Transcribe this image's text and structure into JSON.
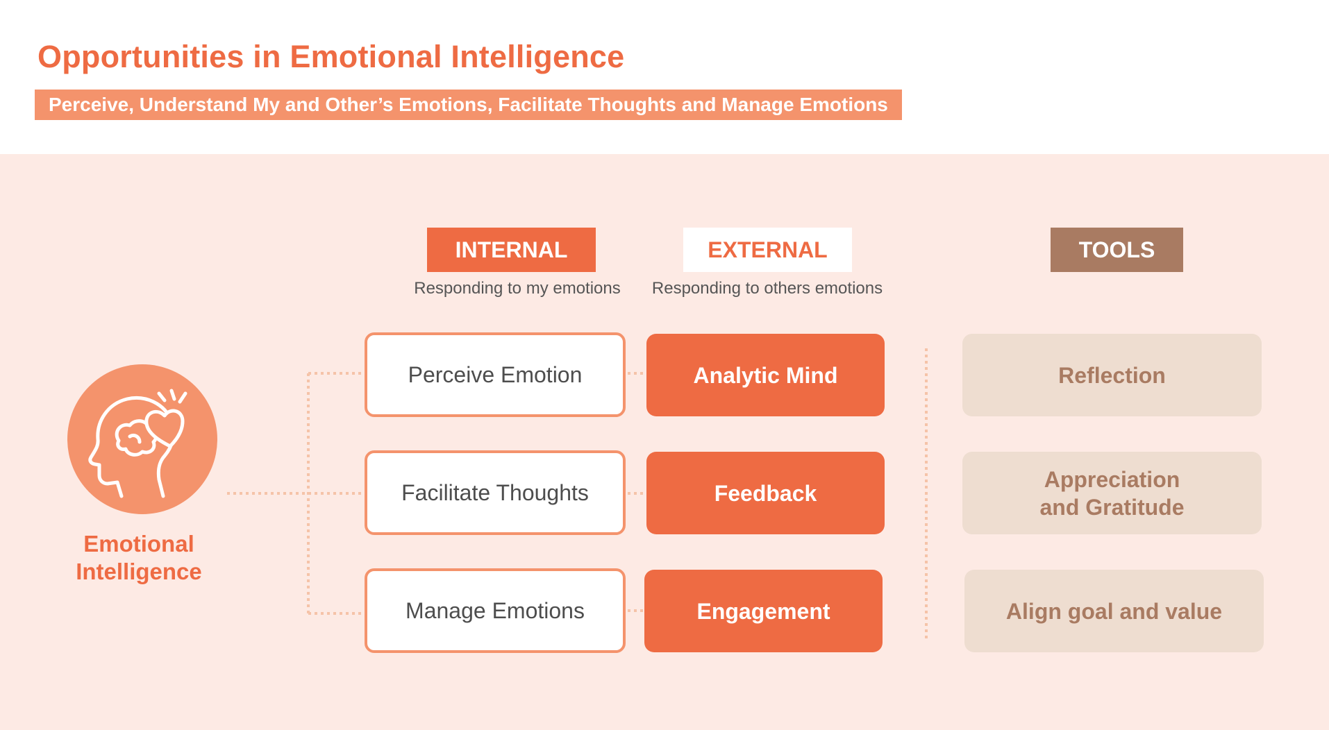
{
  "header": {
    "title": "Opportunities in Emotional Intelligence",
    "subtitle": "Perceive, Understand My and Other’s Emotions, Facilitate Thoughts and Manage Emotions"
  },
  "center": {
    "label_line1": "Emotional",
    "label_line2": "Intelligence",
    "icon": "head-heart-icon"
  },
  "columns": {
    "internal": {
      "title": "INTERNAL",
      "subtitle": "Responding to my emotions"
    },
    "external": {
      "title": "EXTERNAL",
      "subtitle": "Responding to others emotions"
    },
    "tools": {
      "title": "TOOLS"
    }
  },
  "internal_items": [
    "Perceive Emotion",
    "Facilitate Thoughts",
    "Manage Emotions"
  ],
  "external_items": [
    "Analytic Mind",
    "Feedback",
    "Engagement"
  ],
  "tools_items": [
    {
      "line1": "Reflection",
      "line2": ""
    },
    {
      "line1": "Appreciation",
      "line2": "and Gratitude"
    },
    {
      "line1": "Align goal and value",
      "line2": ""
    }
  ],
  "colors": {
    "accent": "#ee6b43",
    "accent_light": "#f4936c",
    "tools_brown": "#a97b62",
    "tools_bg": "#eeddd0",
    "panel_bg": "#fdeae4"
  }
}
